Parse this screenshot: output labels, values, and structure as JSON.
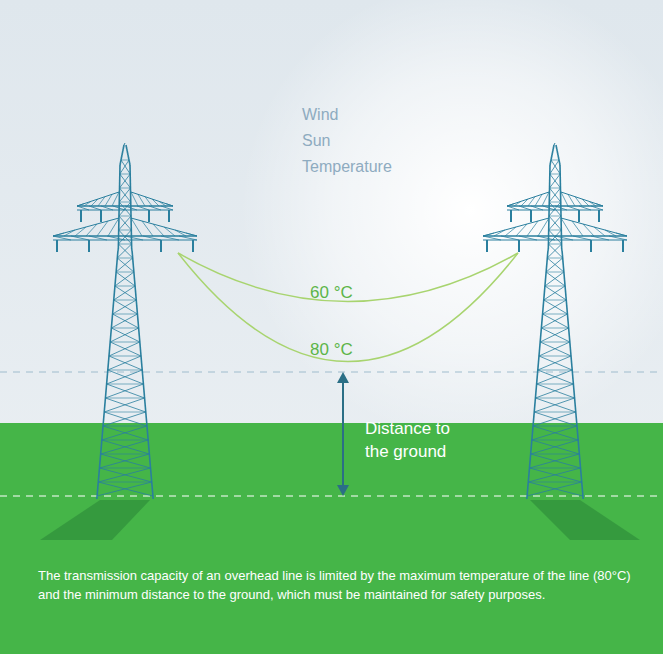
{
  "diagram": {
    "caption": "The transmission capacity of an overhead line is limited by the maximum temperature of the line (80°C) and the minimum distance to the ground, which must be maintained for safety purposes.",
    "labels": [
      "Wind",
      "Sun",
      "Temperature",
      "60 °C",
      "80 °C",
      "Distance to the ground"
    ]
  }
}
